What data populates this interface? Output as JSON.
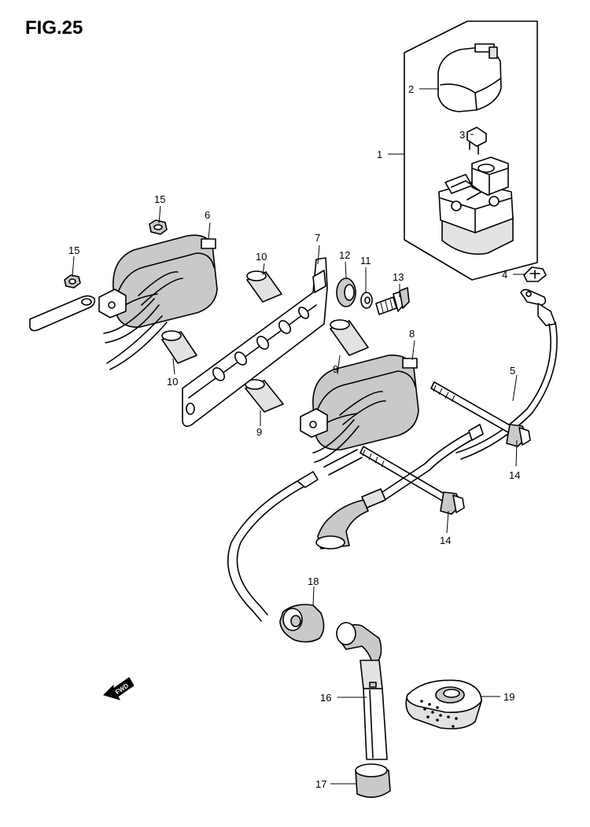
{
  "figure": {
    "title": "FIG.25"
  },
  "callouts": [
    {
      "id": "c1",
      "number": "1"
    },
    {
      "id": "c2",
      "number": "2"
    },
    {
      "id": "c3",
      "number": "3"
    },
    {
      "id": "c4",
      "number": "4"
    },
    {
      "id": "c5",
      "number": "5"
    },
    {
      "id": "c6",
      "number": "6"
    },
    {
      "id": "c7",
      "number": "7"
    },
    {
      "id": "c8",
      "number": "8"
    },
    {
      "id": "c9a",
      "number": "9"
    },
    {
      "id": "c9b",
      "number": "9"
    },
    {
      "id": "c10a",
      "number": "10"
    },
    {
      "id": "c10b",
      "number": "10"
    },
    {
      "id": "c11",
      "number": "11"
    },
    {
      "id": "c12",
      "number": "12"
    },
    {
      "id": "c13",
      "number": "13"
    },
    {
      "id": "c14a",
      "number": "14"
    },
    {
      "id": "c14b",
      "number": "14"
    },
    {
      "id": "c15a",
      "number": "15"
    },
    {
      "id": "c15b",
      "number": "15"
    },
    {
      "id": "c16",
      "number": "16"
    },
    {
      "id": "c17",
      "number": "17"
    },
    {
      "id": "c18",
      "number": "18"
    },
    {
      "id": "c19",
      "number": "19"
    }
  ],
  "fwd_arrow": {
    "label": "FWD",
    "icon": "arrow-icon"
  }
}
